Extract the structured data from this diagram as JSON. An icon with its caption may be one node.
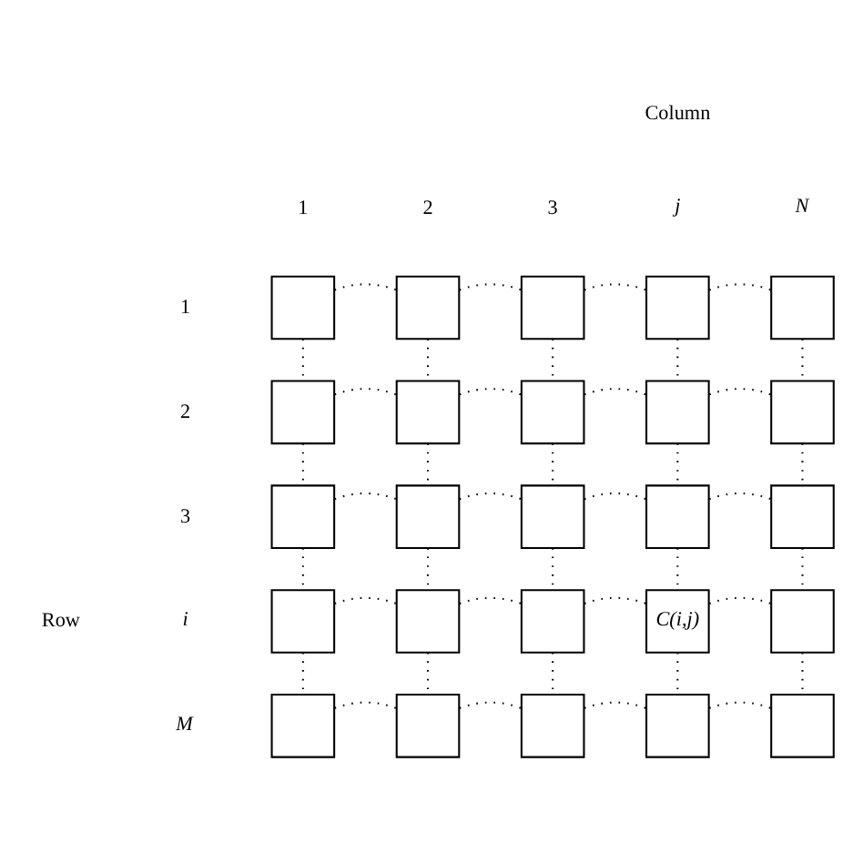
{
  "diagram": {
    "nodes": [
      {
        "text": [],
        "shape": "box"
      },
      {
        "text": [],
        "shape": "box"
      },
      {
        "text": [],
        "shape": "box"
      },
      {
        "text": [],
        "shape": "box"
      },
      {
        "text": [],
        "shape": "box"
      },
      {
        "text": [],
        "shape": "box"
      },
      {
        "text": [],
        "shape": "box"
      },
      {
        "text": [],
        "shape": "box"
      },
      {
        "text": [],
        "shape": "box"
      },
      {
        "text": [],
        "shape": "box"
      },
      {
        "text": [],
        "shape": "box"
      },
      {
        "text": [],
        "shape": "box"
      },
      {
        "text": [],
        "shape": "box"
      },
      {
        "text": [],
        "shape": "box"
      },
      {
        "text": [],
        "shape": "box"
      },
      {
        "text": [],
        "shape": "box"
      },
      {
        "text": [],
        "shape": "box"
      },
      {
        "text": [],
        "shape": "box"
      },
      {
        "text": [
          "C(i,j)"
        ]
      },
      {
        "text": [],
        "shape": "box"
      },
      {
        "text": [],
        "shape": "box"
      },
      {
        "text": [],
        "shape": "box"
      },
      {
        "text": [],
        "shape": "box"
      },
      {
        "text": [],
        "shape": "box"
      },
      {
        "text": [],
        "shape": "box"
      }
    ],
    "edges": [
      {
        "from": 0,
        "to": 1,
        "arrow": "none"
      },
      {
        "from": 1,
        "to": 2,
        "arrow": "none"
      },
      {
        "from": 2,
        "to": 3,
        "arrow": "none"
      },
      {
        "from": 3,
        "to": 4,
        "arrow": "none"
      },
      {
        "from": 0,
        "to": 5,
        "arrow": "none"
      },
      {
        "from": 1,
        "to": 6,
        "arrow": "none"
      },
      {
        "from": 2,
        "to": 7,
        "arrow": "none"
      },
      {
        "from": 3,
        "to": 8,
        "arrow": "none"
      },
      {
        "from": 4,
        "to": 9,
        "arrow": "none"
      },
      {
        "from": 5,
        "to": 6,
        "arrow": "none"
      },
      {
        "from": 6,
        "to": 7,
        "arrow": "none"
      },
      {
        "from": 7,
        "to": 8,
        "arrow": "none"
      },
      {
        "from": 8,
        "to": 9,
        "arrow": "none"
      },
      {
        "from": 5,
        "to": 10,
        "arrow": "none"
      },
      {
        "from": 6,
        "to": 11,
        "arrow": "none"
      },
      {
        "from": 7,
        "to": 12,
        "arrow": "none"
      },
      {
        "from": 8,
        "to": 13,
        "arrow": "none"
      },
      {
        "from": 9,
        "to": 14,
        "arrow": "none"
      },
      {
        "from": 10,
        "to": 11,
        "arrow": "none"
      },
      {
        "from": 11,
        "to": 12,
        "arrow": "none"
      },
      {
        "from": 12,
        "to": 13,
        "arrow": "none"
      },
      {
        "from": 13,
        "to": 14,
        "arrow": "none"
      },
      {
        "from": 10,
        "to": 15,
        "arrow": "none"
      },
      {
        "from": 11,
        "to": 16,
        "arrow": "none"
      },
      {
        "from": 12,
        "to": 17,
        "arrow": "none"
      },
      {
        "from": 13,
        "to": 18,
        "arrow": "none"
      },
      {
        "from": 14,
        "to": 19,
        "arrow": "none"
      },
      {
        "from": 15,
        "to": 16,
        "arrow": "none"
      },
      {
        "from": 16,
        "to": 17,
        "arrow": "none"
      },
      {
        "from": 17,
        "to": 18,
        "arrow": "none"
      },
      {
        "from": 18,
        "to": 19,
        "arrow": "none"
      },
      {
        "from": 15,
        "to": 20,
        "arrow": "none"
      },
      {
        "from": 16,
        "to": 21,
        "arrow": "none"
      },
      {
        "from": 17,
        "to": 22,
        "arrow": "none"
      },
      {
        "from": 18,
        "to": 23,
        "arrow": "none"
      },
      {
        "from": 19,
        "to": 24,
        "arrow": "none"
      },
      {
        "from": 20,
        "to": 21,
        "arrow": "none"
      },
      {
        "from": 21,
        "to": 22,
        "arrow": "none"
      },
      {
        "from": 22,
        "to": 23,
        "arrow": "none"
      },
      {
        "from": 23,
        "to": 24,
        "arrow": "none"
      }
    ],
    "labels": [
      "Column",
      "1",
      "2",
      "3",
      "j",
      "N",
      "1",
      "2",
      "3",
      "Row",
      "i",
      "M"
    ]
  }
}
